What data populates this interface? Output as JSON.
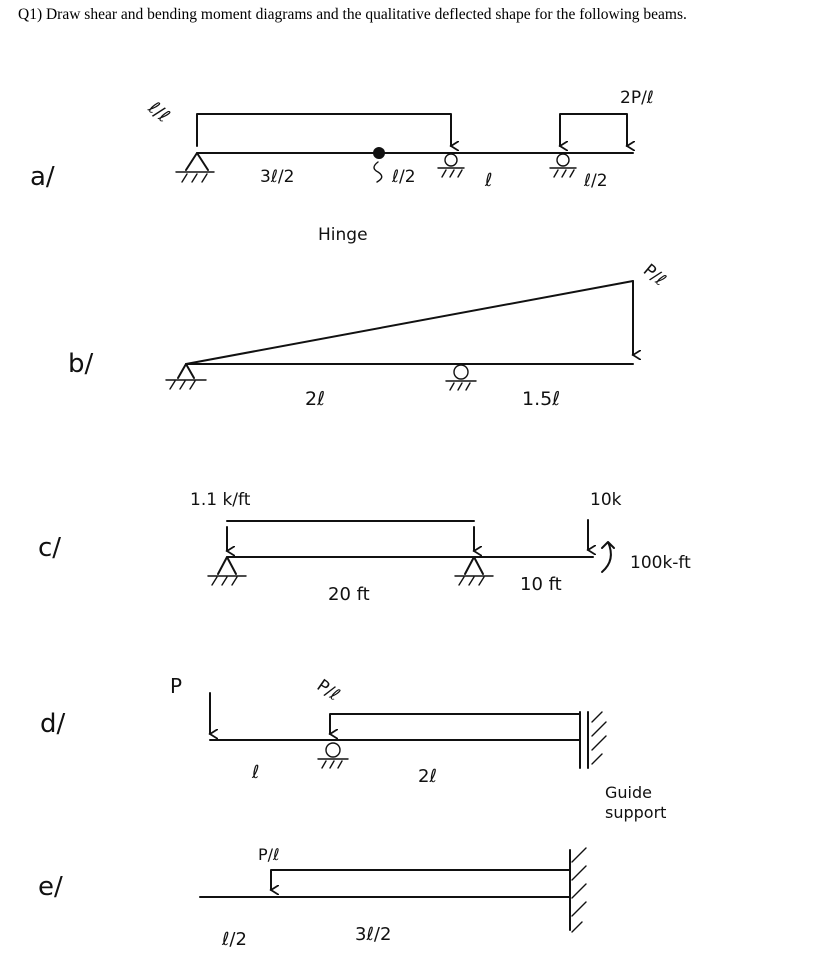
{
  "title": "Q1) Draw shear and bending moment diagrams and the qualitative deflected shape for the following beams.",
  "beams": {
    "a": {
      "label": "a/",
      "load_left": "ℓ/ℓ",
      "load_right": "2P/ℓ",
      "span1": "3ℓ/2",
      "span2": "ℓ/2",
      "span3": "ℓ",
      "span4": "ℓ/2",
      "hinge_label": "Hinge"
    },
    "b": {
      "label": "b/",
      "load": "P/ℓ",
      "span1": "2ℓ",
      "span2": "1.5ℓ"
    },
    "c": {
      "label": "c/",
      "dist_load": "1.1 k/ft",
      "point_load": "10k",
      "moment": "100k-ft",
      "span1": "20 ft",
      "span2": "10 ft"
    },
    "d": {
      "label": "d/",
      "point_load": "P",
      "dist_load": "P/ℓ",
      "span1": "ℓ",
      "span2": "2ℓ",
      "support_label_1": "Guide",
      "support_label_2": "support"
    },
    "e": {
      "label": "e/",
      "dist_load": "P/ℓ",
      "span1": "ℓ/2",
      "span2": "3ℓ/2"
    }
  }
}
